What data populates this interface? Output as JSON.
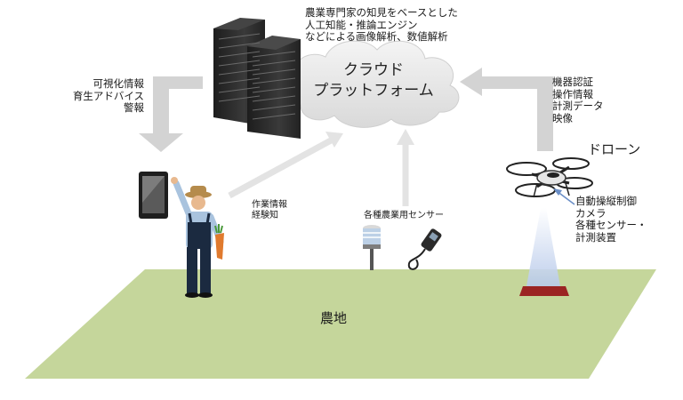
{
  "ai_analysis": [
    "農業専門家の知見をベースとした",
    "人工知能・推論エンジン",
    "などによる画像解析、数値解析"
  ],
  "cloud_label": [
    "クラウド",
    "プラットフォーム"
  ],
  "farmer_feedback": [
    "可視化情報",
    "育生アドバイス",
    "警報"
  ],
  "device_data": [
    "機器認証",
    "操作情報",
    "計測データ",
    "映像"
  ],
  "work_info": [
    "作業情報",
    "経験知"
  ],
  "sensor_label": "各種農業用センサー",
  "drone_label": "ドローン",
  "drone_features": [
    "自動操縦制御",
    "カメラ",
    "各種センサー・",
    "計測装置"
  ],
  "field_label": "農地",
  "colors": {
    "field": "#c5d69b",
    "arrow": "#d3d3d3",
    "cloud": "#e4e4e4",
    "server": "#2b2b2b",
    "drone_beam": "#b7c9ea",
    "sensor_base": "#9b2423"
  },
  "icons": [
    "server-rack-icon",
    "cloud-icon",
    "tablet-icon",
    "farmer-icon",
    "soil-sensor-icon",
    "handheld-sensor-icon",
    "drone-icon"
  ]
}
